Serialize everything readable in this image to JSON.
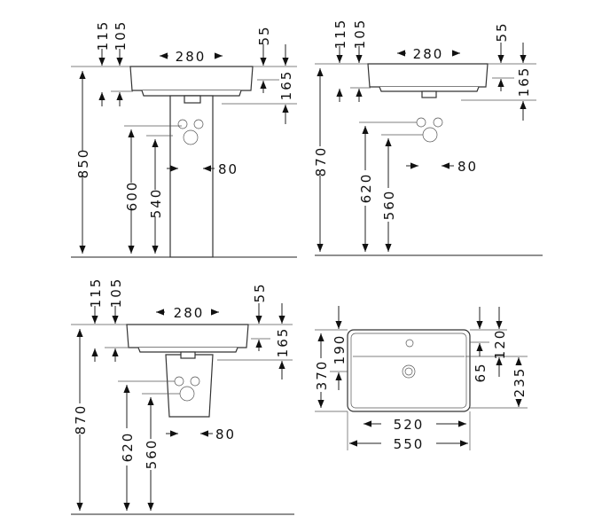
{
  "views": {
    "pedestal": {
      "d115": "115",
      "d105": "105",
      "d280": "280",
      "d55": "55",
      "d165": "165",
      "d850": "850",
      "d600": "600",
      "d540": "540",
      "d80": "80"
    },
    "wall": {
      "d115": "115",
      "d105": "105",
      "d280": "280",
      "d55": "55",
      "d165": "165",
      "d870": "870",
      "d620": "620",
      "d560": "560",
      "d80": "80"
    },
    "semi": {
      "d115": "115",
      "d105": "105",
      "d280": "280",
      "d55": "55",
      "d165": "165",
      "d870": "870",
      "d620": "620",
      "d560": "560",
      "d80": "80"
    },
    "top": {
      "d370": "370",
      "d190": "190",
      "d520": "520",
      "d550": "550",
      "d120": "120",
      "d65": "65",
      "d235": "235"
    }
  }
}
